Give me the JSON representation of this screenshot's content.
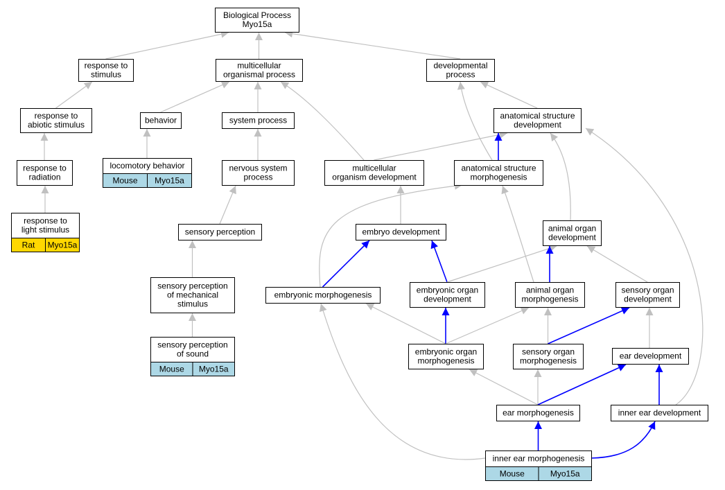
{
  "colors": {
    "gray_edge": "#c0c0c0",
    "blue_edge": "#0000ff",
    "badge_mouse": "#add8e6",
    "badge_rat": "#ffd700"
  },
  "nodes": {
    "bp": [
      "Biological Process",
      "Myo15a"
    ],
    "rts": [
      "response to",
      "stimulus"
    ],
    "mop": [
      "multicellular",
      "organismal process"
    ],
    "dp": [
      "developmental",
      "process"
    ],
    "ras": [
      "response to",
      "abiotic stimulus"
    ],
    "beh": [
      "behavior"
    ],
    "sysp": [
      "system process"
    ],
    "asd": [
      "anatomical structure",
      "development"
    ],
    "rtr": [
      "response to",
      "radiation"
    ],
    "loco": [
      "locomotory behavior"
    ],
    "nsp": [
      "nervous system",
      "process"
    ],
    "mod": [
      "multicellular",
      "organism development"
    ],
    "asm": [
      "anatomical structure",
      "morphogenesis"
    ],
    "rtls": [
      "response to",
      "light stimulus"
    ],
    "sp": [
      "sensory perception"
    ],
    "emb": [
      "embryo development"
    ],
    "aod": [
      "animal organ",
      "development"
    ],
    "spm": [
      "sensory perception",
      "of mechanical",
      "stimulus"
    ],
    "embm": [
      "embryonic morphogenesis"
    ],
    "eod": [
      "embryonic organ",
      "development"
    ],
    "aom": [
      "animal organ",
      "morphogenesis"
    ],
    "sod": [
      "sensory organ",
      "development"
    ],
    "sps": [
      "sensory perception",
      "of sound"
    ],
    "eom": [
      "embryonic organ",
      "morphogenesis"
    ],
    "som": [
      "sensory organ",
      "morphogenesis"
    ],
    "ed": [
      "ear development"
    ],
    "em": [
      "ear morphogenesis"
    ],
    "ied": [
      "inner ear development"
    ],
    "iem": [
      "inner ear morphogenesis"
    ]
  },
  "annotations": {
    "loco": [
      "Mouse",
      "Myo15a"
    ],
    "rtls": [
      "Rat",
      "Myo15a"
    ],
    "sps": [
      "Mouse",
      "Myo15a"
    ],
    "iem": [
      "Mouse",
      "Myo15a"
    ]
  },
  "edges": [
    {
      "from": "rts",
      "to": "bp",
      "color": "gray"
    },
    {
      "from": "mop",
      "to": "bp",
      "color": "gray"
    },
    {
      "from": "dp",
      "to": "bp",
      "color": "gray"
    },
    {
      "from": "ras",
      "to": "rts",
      "color": "gray"
    },
    {
      "from": "beh",
      "to": "mop",
      "color": "gray"
    },
    {
      "from": "sysp",
      "to": "mop",
      "color": "gray"
    },
    {
      "from": "mod",
      "to": "mop",
      "color": "gray"
    },
    {
      "from": "asd",
      "to": "dp",
      "color": "gray"
    },
    {
      "from": "asm",
      "to": "dp",
      "color": "gray"
    },
    {
      "from": "rtr",
      "to": "ras",
      "color": "gray"
    },
    {
      "from": "loco",
      "to": "beh",
      "color": "gray"
    },
    {
      "from": "nsp",
      "to": "sysp",
      "color": "gray"
    },
    {
      "from": "mod",
      "to": "asd",
      "color": "gray"
    },
    {
      "from": "asm",
      "to": "asd",
      "color": "blue"
    },
    {
      "from": "aod",
      "to": "asd",
      "color": "gray"
    },
    {
      "from": "ied",
      "to": "asd",
      "color": "gray"
    },
    {
      "from": "rtls",
      "to": "rtr",
      "color": "gray"
    },
    {
      "from": "sp",
      "to": "nsp",
      "color": "gray"
    },
    {
      "from": "embm",
      "to": "asm",
      "color": "gray"
    },
    {
      "from": "aom",
      "to": "asm",
      "color": "gray"
    },
    {
      "from": "emb",
      "to": "mod",
      "color": "gray"
    },
    {
      "from": "spm",
      "to": "sp",
      "color": "gray"
    },
    {
      "from": "embm",
      "to": "emb",
      "color": "blue"
    },
    {
      "from": "eod",
      "to": "emb",
      "color": "blue"
    },
    {
      "from": "eod",
      "to": "aod",
      "color": "gray"
    },
    {
      "from": "aom",
      "to": "aod",
      "color": "blue"
    },
    {
      "from": "sod",
      "to": "aod",
      "color": "gray"
    },
    {
      "from": "sps",
      "to": "spm",
      "color": "gray"
    },
    {
      "from": "eom",
      "to": "embm",
      "color": "gray"
    },
    {
      "from": "eom",
      "to": "eod",
      "color": "blue"
    },
    {
      "from": "eom",
      "to": "aom",
      "color": "gray"
    },
    {
      "from": "som",
      "to": "aom",
      "color": "gray"
    },
    {
      "from": "som",
      "to": "sod",
      "color": "blue"
    },
    {
      "from": "ed",
      "to": "sod",
      "color": "gray"
    },
    {
      "from": "em",
      "to": "eom",
      "color": "gray"
    },
    {
      "from": "em",
      "to": "som",
      "color": "gray"
    },
    {
      "from": "em",
      "to": "ed",
      "color": "blue"
    },
    {
      "from": "ied",
      "to": "ed",
      "color": "blue"
    },
    {
      "from": "iem",
      "to": "em",
      "color": "blue"
    },
    {
      "from": "iem",
      "to": "ied",
      "color": "blue"
    },
    {
      "from": "iem",
      "to": "embm",
      "color": "gray"
    }
  ]
}
